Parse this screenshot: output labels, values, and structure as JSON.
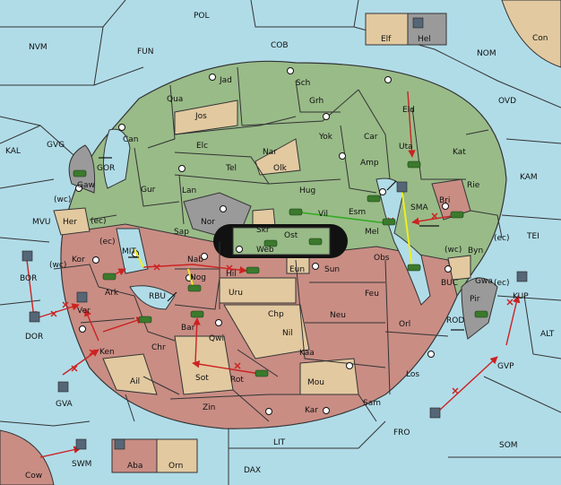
{
  "colors": {
    "sea": "#b0dce8",
    "land_neutral": "#99bb88",
    "land_red": "#c98d84",
    "land_tan": "#e2c9a0",
    "land_gray": "#9a9a9a",
    "border": "#333333",
    "move_arrow": "#cc2222",
    "support_line": "#33aa22",
    "convoy_line": "#eeee22",
    "unit_army": "#3b7a2d",
    "unit_fleet_flag": "#556677"
  },
  "sea_labels": {
    "POL": "POL",
    "NVM": "NVM",
    "FUN": "FUN",
    "COB": "COB",
    "NOM": "NOM",
    "CON": "Con",
    "OVD": "OVD",
    "KAL": "KAL",
    "GVG": "GVG",
    "KAM": "KAM",
    "MVU": "MVU",
    "TEI": "TEI",
    "BOR": "BOR",
    "DOR": "DOR",
    "BUC": "BUC",
    "KUP": "KUP",
    "ALT": "ALT",
    "GVP": "GVP",
    "GVA": "GVA",
    "FRO": "FRO",
    "LIT": "LIT",
    "SOM": "SOM",
    "COW": "Cow",
    "SWM": "SWM",
    "DAX": "DAX",
    "GOR": "GOR",
    "MIT": "MIT",
    "RBU": "RBU",
    "SMA": "SMA",
    "ROD": "ROD",
    "ELF": "Elf",
    "HEL": "Hel",
    "ABA": "Aba",
    "ORN": "Orn"
  },
  "land_labels": {
    "Jad": "Jad",
    "Sch": "Sch",
    "Qua": "Qua",
    "Jos": "Jos",
    "Grh": "Grh",
    "Eld": "Eld",
    "Can": "Can",
    "Yok": "Yok",
    "Car": "Car",
    "Elc": "Elc",
    "Nar": "Nar",
    "Uta": "Uta",
    "Kat": "Kat",
    "Tel": "Tel",
    "Olk": "Olk",
    "Amp": "Amp",
    "Gaw": "Gaw",
    "Gur": "Gur",
    "Lan": "Lan",
    "Hug": "Hug",
    "Rie": "Rie",
    "Bri": "Bri",
    "Esm": "Esm",
    "Her": "Her",
    "Nor": "Nor",
    "Skr": "Skr",
    "Vil": "Vil",
    "Sap": "Sap",
    "Ost": "Ost",
    "Web": "Web",
    "Mel": "Mel",
    "Byn": "Byn",
    "Kor": "Kor",
    "Nab": "Nab",
    "Eun": "Eun",
    "Sun": "Sun",
    "Obs": "Obs",
    "Gwa": "Gwa",
    "Ark": "Ark",
    "Hil": "Hil",
    "Nog": "Nog",
    "Uru": "Uru",
    "Feu": "Feu",
    "Pir": "Pir",
    "Ver": "Ver",
    "Chp": "Chp",
    "Neu": "Neu",
    "Orl": "Orl",
    "Bar": "Bar",
    "Qwi": "Qwi",
    "Nil": "Nil",
    "Ken": "Ken",
    "Chr": "Chr",
    "Kaa": "Kaa",
    "Los": "Los",
    "Sot": "Sot",
    "Rot": "Rot",
    "Mou": "Mou",
    "Ail": "Ail",
    "Zin": "Zin",
    "Kar": "Kar",
    "Sam": "Sam"
  },
  "coast_marks": {
    "wc1": "(wc)",
    "ec1": "(ec)",
    "ec2": "(ec)",
    "wc2": "(wc)",
    "wc3": "(wc)",
    "ec3": "(ec)",
    "ec4": "(ec)"
  }
}
